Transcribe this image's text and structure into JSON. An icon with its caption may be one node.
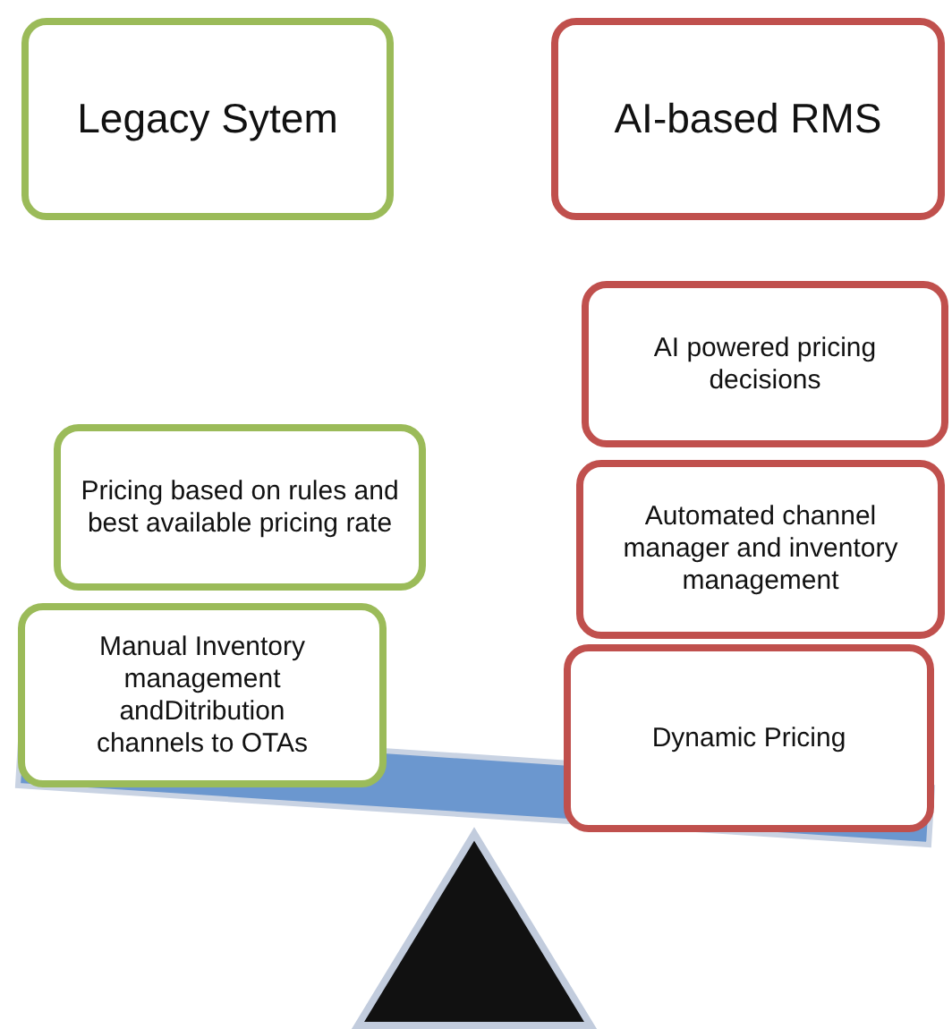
{
  "diagram": {
    "nodes": [
      {
        "text": [
          "Legacy Sytem"
        ]
      },
      {
        "text": [
          "AI-based RMS"
        ]
      },
      {
        "text": [
          "Pricing based on rules and best available pricing rate"
        ]
      },
      {
        "text": [
          "Manual Inventory management andDitribution channels to OTAs"
        ]
      },
      {
        "text": [
          "AI powered pricing decisions"
        ]
      },
      {
        "text": [
          "Automated channel manager and inventory management"
        ]
      },
      {
        "text": [
          "Dynamic Pricing"
        ]
      }
    ]
  }
}
